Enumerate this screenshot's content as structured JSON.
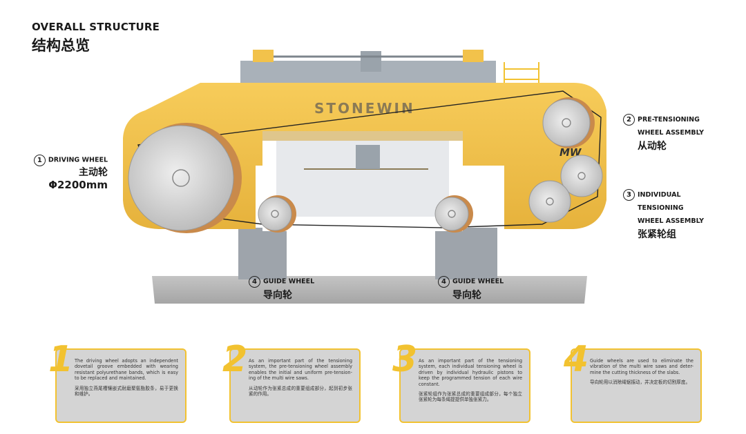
{
  "header": {
    "title_en": "OVERALL STRUCTURE",
    "title_cn": "结构总览"
  },
  "machine": {
    "brand": "STONEWIN",
    "badge": "MW"
  },
  "callouts": {
    "driving": {
      "num": "1",
      "en": "DRIVING WHEEL",
      "cn": "主动轮",
      "spec": "Φ2200mm"
    },
    "pre_tensioning": {
      "num": "2",
      "en_line1": "PRE-TENSIONING",
      "en_line2": "WHEEL ASSEMBLY",
      "cn": "从动轮"
    },
    "individual": {
      "num": "3",
      "en_line1": "INDIVIDUAL",
      "en_line2": "TENSIONING",
      "en_line3": "WHEEL ASSEMBLY",
      "cn": "张紧轮组"
    },
    "guide_left": {
      "num": "4",
      "en": "GUIDE WHEEL",
      "cn": "导向轮"
    },
    "guide_right": {
      "num": "4",
      "en": "GUIDE WHEEL",
      "cn": "导向轮"
    }
  },
  "cards": [
    {
      "num": "1",
      "en": "The driving wheel adopts an independent dovetail groove embedded with wearing resistant polyurethane bands, which is easy to be replaced and maintained.",
      "cn": "采用独立燕尾槽镶嵌式耐磨聚氨酯胶条，易于更换和维护。"
    },
    {
      "num": "2",
      "en": "As an important part of the tensioning system, the pre-tensioning wheel assembly enables the initial and uniform pre-tension-ing of the multi wire saws.",
      "cn": "从动轮作为张紧总成的重要组成部分，起到初步张紧的作用。"
    },
    {
      "num": "3",
      "en": "As an important part of the tensioning system, each individual tensioning wheel is driven by individual hydraulic pistons to keep the programmed tension of each wire constant.",
      "cn": "张紧轮组作为张紧总成的重要组成部分，每个独立张紧轮为每条绳提提供单独张紧力。"
    },
    {
      "num": "4",
      "en": "Guide wheels are used to eliminate the vibration of the multi wire saws and deter-mine the cutting thickness of the slabs.",
      "cn": "导向轮用以消除绳锯振动，并决定板的切割厚度。"
    }
  ],
  "colors": {
    "frame": "#f2c24b",
    "base": "#b8b8b8",
    "accent": "#f2c230",
    "copper": "#c98a4b"
  }
}
